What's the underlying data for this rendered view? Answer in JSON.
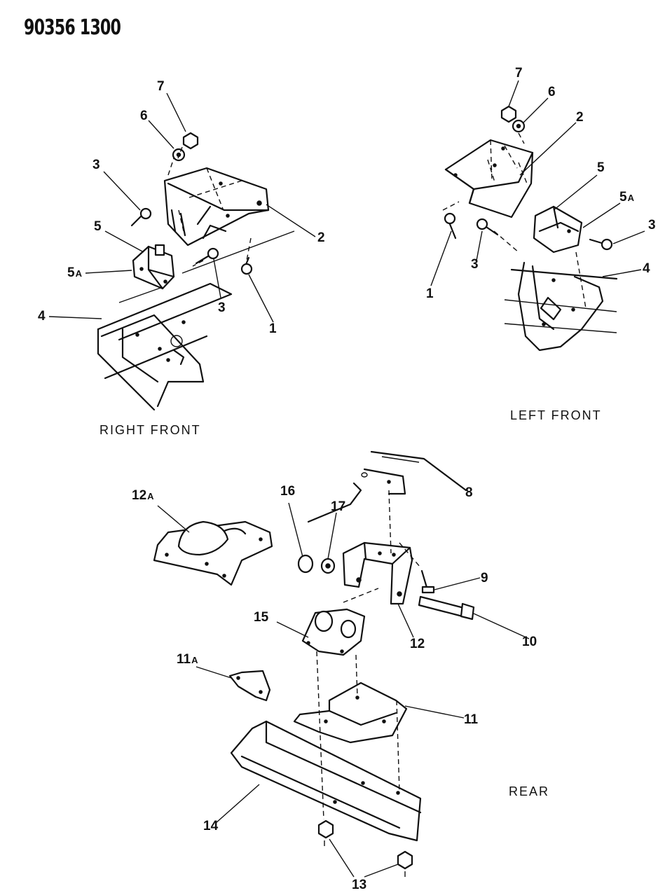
{
  "document_code": "90356 1300",
  "sections": {
    "right_front": "RIGHT FRONT",
    "left_front": "LEFT FRONT",
    "rear": "REAR"
  },
  "callouts": {
    "rf_7": "7",
    "rf_6": "6",
    "rf_3_upper": "3",
    "rf_5": "5",
    "rf_5a": "5",
    "rf_5a_sfx": "A",
    "rf_2": "2",
    "rf_4": "4",
    "rf_3_lower": "3",
    "rf_1": "1",
    "lf_7": "7",
    "lf_6": "6",
    "lf_2": "2",
    "lf_5": "5",
    "lf_5a": "5",
    "lf_5a_sfx": "A",
    "lf_3_right": "3",
    "lf_3_left": "3",
    "lf_4": "4",
    "lf_1": "1",
    "r_12a": "12",
    "r_12a_sfx": "A",
    "r_16": "16",
    "r_17": "17",
    "r_8": "8",
    "r_9": "9",
    "r_15": "15",
    "r_12": "12",
    "r_10": "10",
    "r_11a": "11",
    "r_11a_sfx": "A",
    "r_11": "11",
    "r_14": "14",
    "r_13": "13"
  }
}
